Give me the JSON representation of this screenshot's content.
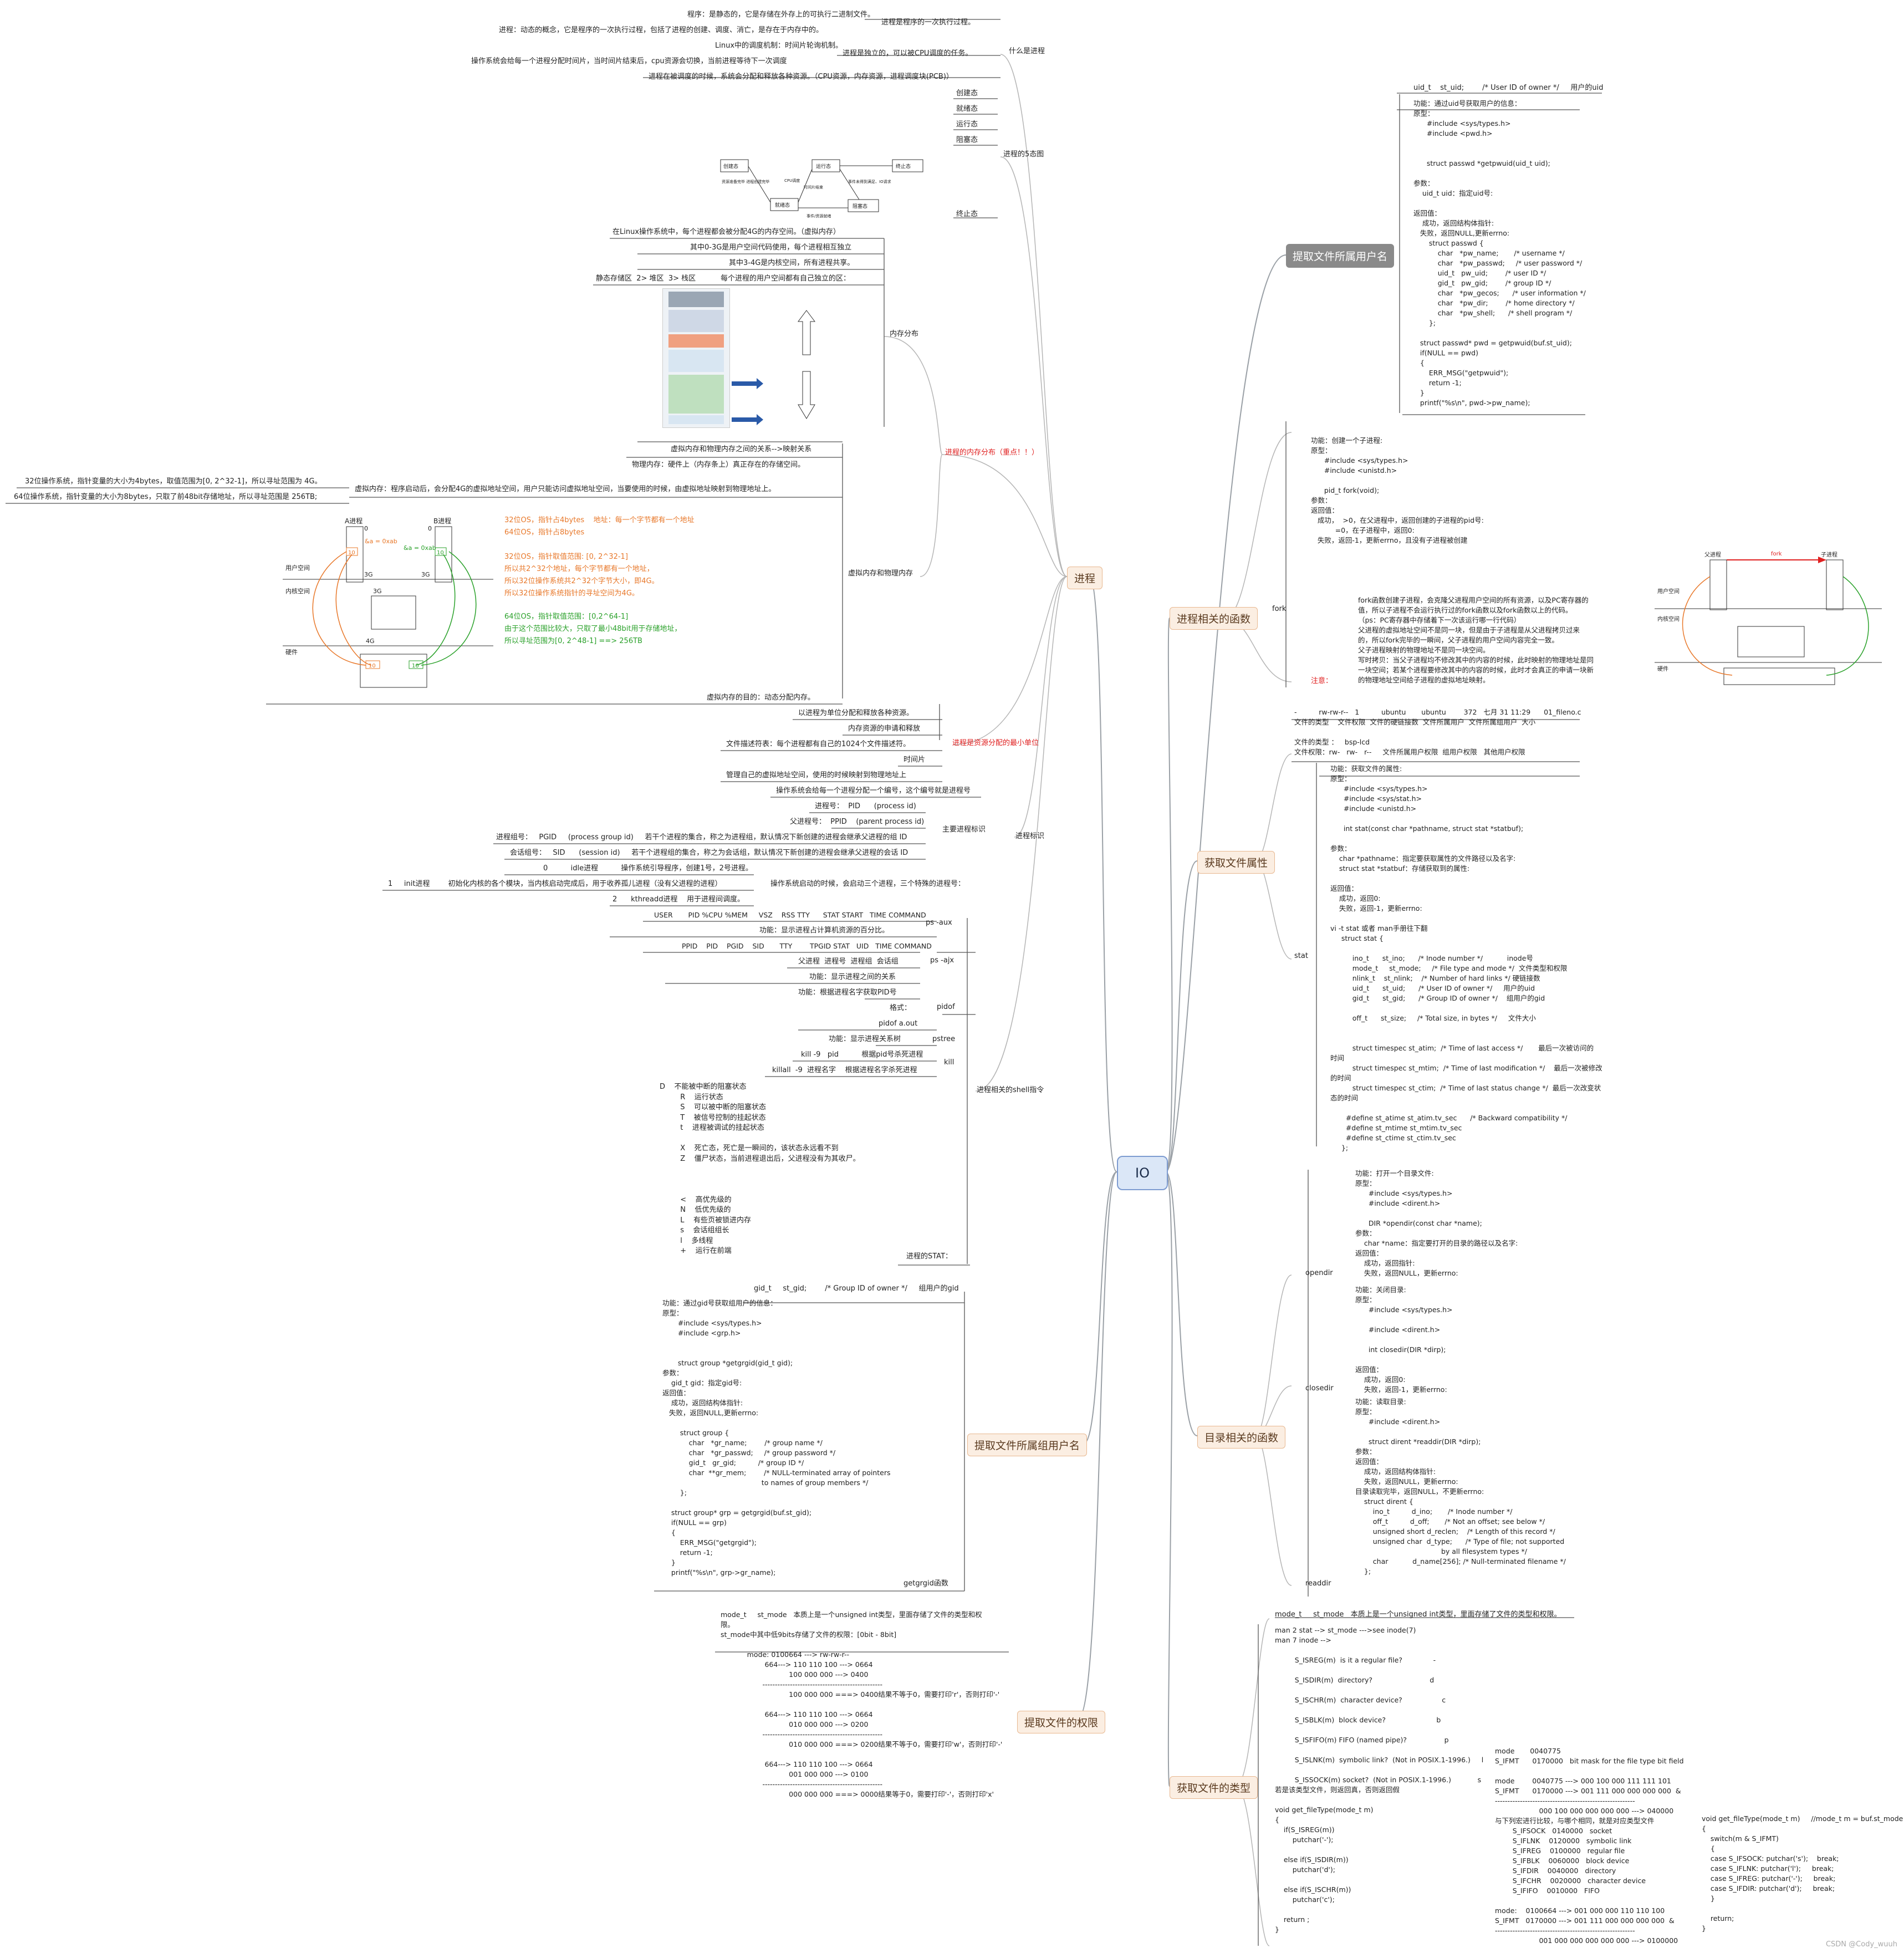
{
  "root": "IO",
  "branches": {
    "process": "进程",
    "process_funcs": "进程相关的函数",
    "file_attr": "获取文件属性",
    "dir_funcs": "目录相关的函数",
    "file_type": "获取文件的类型",
    "file_perm": "提取文件的权限",
    "group_name": "提取文件所属组用户名",
    "user_name": "提取文件所属用户名"
  },
  "process": {
    "what": {
      "label": "什么是进程",
      "line1": "程序：是静态的，它是存储在外存上的可执行二进制文件。",
      "line2": "进程：动态的概念，它是程序的一次执行过程，包括了进程的创建、调度、消亡，是存在于内存中的。",
      "line3": "进程是程序的一次执行过程。",
      "line4": "Linux中的调度机制：时间片轮询机制。",
      "line5": "操作系统会给每一个进程分配时间片，当时间片结束后，cpu资源会切换，当前进程等待下一次调度",
      "line6": "进程是独立的，可以被CPU调度的任务。",
      "line7": "进程在被调度的时候，系统会分配和释放各种资源。（CPU资源，内存资源，进程调度块(PCB)）"
    },
    "states": {
      "label": "进程的5态图",
      "s1": "创建态",
      "s2": "就绪态",
      "s3": "运行态",
      "s4": "阻塞态",
      "s5": "终止态",
      "fig_create": "创建态",
      "fig_ready": "就绪态",
      "fig_run": "运行态",
      "fig_term": "终止态",
      "fig_block": "阻塞态",
      "fig_e1": "资源准备完毕 进程创建完毕",
      "fig_e2": "CPU调度",
      "fig_e3": "时间片结束",
      "fig_e4": "事件/资源就绪",
      "fig_e5": "事件未得到满足、IO请求"
    },
    "memory": {
      "label": "进程的内存分布（重点！！）",
      "layout_label": "内存分布",
      "l1": "在Linux操作系统中，每个进程都会被分配4G的内存空间。（虚拟内存）",
      "l2": "其中0-3G是用户空间代码使用，每个进程相互独立",
      "l3": "其中3-4G是内核空间，所有进程共享。",
      "l4": "每个进程的用户空间都有自己独立的区：",
      "l5": "静态存储区  2> 堆区  3> 栈区",
      "vm_label": "虚拟内存和物理内存",
      "v1": "虚拟内存和物理内存之间的关系-->映射关系",
      "v2": "物理内存：硬件上（内存条上）真正存在的存储空间。",
      "v3": "虚拟内存：程序启动后，会分配4G的虚拟地址空间，用户只能访问虚拟地址空间，当要使用的时候，由虚拟地址映射到物理地址上。",
      "v4": "32位操作系统，指针变量的大小为4bytes，取值范围为[0, 2^32-1]，所以寻址范围为 4G。",
      "v5": "64位操作系统，指针变量的大小为8bytes，只取了前48bit存储地址，所以寻址范围是 256TB;",
      "v6": "虚拟内存的目的：动态分配内存。",
      "c1": "32位OS，指针占4bytes    地址：每一个字节都有一个地址",
      "c2": "64位OS，指针占8bytes",
      "c3": "32位OS，指针取值范围: [0, 2^32-1]",
      "c4": "所以共2^32个地址，每个字节都有一个地址，",
      "c5": "所以32位操作系统共2^32个字节大小，即4G。",
      "c6": "所以32位操作系统指针的寻址空间为4G。",
      "c7": "64位OS，指针取值范围：[0,2^64-1]",
      "c8": "由于这个范围比较大，只取了最小48bit用于存储地址，",
      "c9": "所以寻址范围为[0, 2^48-1] ==> 256TB",
      "fig_a": "A进程",
      "fig_b": "B进程",
      "fig_user": "用户空间",
      "fig_kernel": "内核空间",
      "fig_hw": "硬件",
      "fig_aa": "&a = 0xab",
      "fig_3g": "3G",
      "fig_4g": "4G",
      "fig_0": "0",
      "fig_10": "10"
    },
    "unit": {
      "label": "进程是资源分配的最小单位",
      "u1": "以进程为单位分配和释放各种资源。",
      "u2": "内存资源的申请和释放",
      "u3": "文件描述符表：每个进程都有自己的1024个文件描述符。",
      "u4": "时间片",
      "u5": "管理自己的虚拟地址空间，使用的时候映射到物理地址上"
    },
    "ids": {
      "label": "进程标识",
      "main_label": "主要进程标识",
      "i1": "操作系统会给每一个进程分配一个编号，这个编号就是进程号",
      "i2": "进程号：  PID      (process id)",
      "i3": "父进程号：  PPID    (parent process id)",
      "i4": "进程组号：   PGID     (process group id)     若干个进程的集合，称之为进程组，默认情况下新创建的进程会继承父进程的组 ID",
      "i5": "会话组号：   SID      (session id)     若干个进程组的集合，称之为会话组，默认情况下新创建的进程会继承父进程的会话 ID",
      "i6": "0          idle进程          操作系统引导程序，创建1号，2号进程。",
      "i7": "1     init进程        初始化内核的各个模块，当内核启动完成后，用于收养孤儿进程（没有父进程的进程）",
      "i8": "2      kthreadd进程    用于进程间调度。",
      "i9": "操作系统启动的时候，会启动三个进程，三个特殊的进程号："
    },
    "shell": {
      "label": "进程相关的shell指令",
      "ps_aux": "ps -aux",
      "ps_aux_cols": "USER       PID %CPU %MEM     VSZ    RSS TTY      STAT START   TIME COMMAND",
      "ps_aux_fn": "功能：显示进程占计算机资源的百分比。",
      "ps_ajx": "ps -ajx",
      "ps_ajx_cols": "PPID    PID    PGID    SID       TTY        TPGID STAT   UID   TIME COMMAND",
      "ps_ajx_fn1": "父进程  进程号  进程组  会话组",
      "ps_ajx_fn2": "功能：显示进程之间的关系",
      "pidof": "pidof",
      "pidof_fn": "功能：根据进程名字获取PID号",
      "pidof_fmt": "格式：",
      "pidof_ex": "pidof a.out",
      "pstree": "pstree",
      "pstree_fn": "功能：显示进程关系树",
      "kill": "kill",
      "kill1": "kill -9   pid          根据pid号杀死进程",
      "kill2": "killall  -9  进程名字    根据进程名字杀死进程",
      "stat_label": "进程的STAT：",
      "stat_text": "D    不能被中断的阻塞状态\n         R    运行状态\n         S    可以被中断的阻塞状态\n         T    被信号控制的挂起状态\n         t    进程被调试的挂起状态\n\n         X    死亡态，死亡是一瞬间的，该状态永远看不到\n         Z    僵尸状态，当前进程退出后，父进程没有为其收尸。\n\n\n\n         <    高优先级的\n         N    低优先级的\n         L    有些页被锁进内存\n         s    会话组组长\n         l    多线程\n         +    运行在前端"
    }
  },
  "group_name": {
    "gid_line": "gid_t     st_gid;        /* Group ID of owner */     组用户的gid",
    "body": "功能：通过gid号获取组用户的信息：\n原型：\n       #include <sys/types.h>\n       #include <grp.h>\n\n\n       struct group *getgrgid(gid_t gid);\n参数：\n    gid_t gid：指定gid号:\n返回值：\n    成功，返回结构体指针:\n   失败，返回NULL,更新errno:\n\n        struct group {\n            char   *gr_name;        /* group name */\n            char   *gr_passwd;     /* group password */\n            gid_t   gr_gid;          /* group ID */\n            char  **gr_mem;        /* NULL-terminated array of pointers\n                                             to names of group members */\n        };\n\n    struct group* grp = getgrgid(buf.st_gid);\n    if(NULL == grp)\n    {\n        ERR_MSG(\"getgrgid\");\n        return -1;\n    }\n    printf(\"%s\\n\", grp->gr_name);",
    "fn_name": "getgrgid函数"
  },
  "file_perm": {
    "body": "mode_t     st_mode   本质上是一个unsigned int类型，里面存储了文件的类型和权\n限。\nst_mode中其中低9bits存储了文件的权限：[0bit - 8bit]\n\n            mode: 0100664 ---> rw-rw-r--\n                    664---> 110 110 100 ---> 0664\n                               100 000 000 ---> 0400\n                   ------------------------------------------------\n                               100 000 000 ===> 0400结果不等于0，需要打印'r'，否则打印'-'\n\n                    664---> 110 110 100 ---> 0664\n                               010 000 000 ---> 0200\n                   ------------------------------------------------\n                               010 000 000 ===> 0200结果不等于0，需要打印'w'，否则打印'-'\n\n                    664---> 110 110 100 ---> 0664\n                               001 000 000 ---> 0100\n                   ------------------------------------------------\n                               000 000 000 ===> 0000结果等于0，需要打印'-'，否则打印'x'"
  },
  "user_name": {
    "uid_line": "uid_t    st_uid;        /* User ID of owner */     用户的uid",
    "body": "功能：通过uid号获取用户的信息：\n原型：\n      #include <sys/types.h>\n      #include <pwd.h>\n\n\n      struct passwd *getpwuid(uid_t uid);\n\n参数：\n    uid_t uid：指定uid号:\n\n返回值：\n    成功，返回结构体指针:\n   失败，返回NULL,更新errno:\n       struct passwd {\n           char   *pw_name;       /* username */\n           char   *pw_passwd;     /* user password */\n           uid_t   pw_uid;        /* user ID */\n           gid_t   pw_gid;        /* group ID */\n           char   *pw_gecos;      /* user information */\n           char   *pw_dir;        /* home directory */\n           char   *pw_shell;      /* shell program */\n       };\n\n   struct passwd* pwd = getpwuid(buf.st_uid);\n   if(NULL == pwd)\n   {\n       ERR_MSG(\"getpwuid\");\n       return -1;\n   }\n   printf(\"%s\\n\", pwd->pw_name);"
  },
  "process_funcs": {
    "fork": "fork",
    "body": "功能：创建一个子进程:\n原型：\n      #include <sys/types.h>\n      #include <unistd.h>\n\n      pid_t fork(void);\n参数：\n返回值：\n   成功，  >0，在父进程中，返回创建的子进程的pid号:\n           =0，在子进程中，返回0:\n   失败，返回-1，更新errno，且没有子进程被创建",
    "note_label": "注意：",
    "note": "fork函数创建子进程，会克隆父进程用户空间的所有资源，以及PC寄存器的\n值，所以子进程不会运行执行过的fork函数以及fork函数以上的代码。\n（ps：PC寄存器中存储着下一次该运行哪一行代码）\n父进程的虚拟地址空间不是同一块，但是由于子进程是从父进程拷贝过来\n的，所以fork完毕的一瞬间，父子进程的用户空间内容完全一致。\n父子进程映射的物理地址不是同一块空间。\n写时拷贝：当父子进程均不修改其中的内容的时候，此时映射的物理地址是同\n一块空间；若某个进程要修改其中的内容的时候，此时才会真正的申请一块新\n的物理地址空间给子进程的虚拟地址映射。",
    "fig_parent": "父进程",
    "fig_child": "子进程",
    "fig_user": "用户空间",
    "fig_kernel": "内核空间",
    "fig_hw": "硬件",
    "fig_fork": "fork"
  },
  "file_attr": {
    "ls": "-          rw-rw-r--   1          ubuntu       ubuntu        372   七月 31 11:29      01_fileno.c\n文件的类型    文件权限  文件的硬链接数  文件所属用户  文件所属组用户  大小",
    "type": "文件的类型 ：   bsp-lcd\n文件权限：rw-   rw-   r--     文件所属用户权限  组用户权限   其他用户权限",
    "stat": "stat",
    "body": "功能：获取文件的属性:\n原型：\n      #include <sys/types.h>\n      #include <sys/stat.h>\n      #include <unistd.h>\n\n      int stat(const char *pathname, struct stat *statbuf);\n\n参数：\n    char *pathname：指定要获取属性的文件路径以及名字:\n    struct stat *statbuf：存储获取到的属性:\n\n返回值：\n    成功，返回0:\n    失败，返回-1，更新errno:\n\nvi -t stat 或者 man手册往下翻\n     struct stat {\n\n          ino_t      st_ino;      /* Inode number */           inode号\n          mode_t     st_mode;     /* File type and mode */  文件类型和权限\n          nlink_t    st_nlink;    /* Number of hard links */ 硬链接数\n          uid_t      st_uid;      /* User ID of owner */     用户的uid\n          gid_t      st_gid;      /* Group ID of owner */    组用户的gid\n\n          off_t      st_size;     /* Total size, in bytes */     文件大小\n\n\n          struct timespec st_atim;  /* Time of last access */       最后一次被访问的\n时间\n          struct timespec st_mtim;  /* Time of last modification */    最后一次被修改\n的时间\n          struct timespec st_ctim;  /* Time of last status change */  最后一次改变状\n态的时间\n\n       #define st_atime st_atim.tv_sec      /* Backward compatibility */\n       #define st_mtime st_mtim.tv_sec\n       #define st_ctime st_ctim.tv_sec\n     };"
  },
  "dir_funcs": {
    "opendir": "opendir",
    "opendir_body": "功能：打开一个目录文件:\n原型：\n      #include <sys/types.h>\n      #include <dirent.h>\n\n      DIR *opendir(const char *name);\n参数：\n    char *name：指定要打开的目录的路径以及名字:\n返回值：\n    成功，返回指针:\n    失败，返回NULL，更新errno:",
    "closedir": "closedir",
    "closedir_body": "功能：关闭目录:\n原型：\n      #include <sys/types.h>\n\n      #include <dirent.h>\n\n      int closedir(DIR *dirp);\n\n返回值：\n    成功，返回0:\n    失败，返回-1，更新errno:",
    "readdir": "readdir",
    "readdir_body": "功能：读取目录:\n原型：\n      #include <dirent.h>\n\n      struct dirent *readdir(DIR *dirp);\n参数：\n返回值：\n    成功，返回结构体指针:\n    失败，返回NULL，更新errno:\n目录读取完毕，返回NULL，不更新errno:\n    struct dirent {\n        ino_t          d_ino;       /* Inode number */\n        off_t          d_off;       /* Not an offset; see below */\n        unsigned short d_reclen;    /* Length of this record */\n        unsigned char  d_type;      /* Type of file; not supported\n                                       by all filesystem types */\n        char           d_name[256]; /* Null-terminated filename */\n    };"
  },
  "file_type": {
    "head": "mode_t     st_mode   本质上是一个unsigned int类型，里面存储了文件的类型和权限。",
    "body": "man 2 stat --> st_mode --->see inode(7)\nman 7 inode -->\n\n         S_ISREG(m)  is it a regular file?              -\n\n         S_ISDIR(m)  directory?                          d\n\n         S_ISCHR(m)  character device?                  c\n\n         S_ISBLK(m)  block device?                       b\n\n         S_ISFIFO(m) FIFO (named pipe)?                 p\n\n         S_ISLNK(m)  symbolic link?  (Not in POSIX.1-1996.)     l\n\n         S_ISSOCK(m) socket?  (Not in POSIX.1-1996.)            s\n若是该类型文件，则返回真，否则返回假\n\nvoid get_fileType(mode_t m)\n{\n    if(S_ISREG(m))\n        putchar('-');\n\n    else if(S_ISDIR(m))\n        putchar('d');\n\n    else if(S_ISCHR(m))\n        putchar('c');\n\n    return ;\n}",
    "mask": "mode       0040775\nS_IFMT      0170000   bit mask for the file type bit field\n\nmode        0040775 ---> 000 100 000 111 111 101\nS_IFMT      0170000 ---> 001 111 000 000 000 000  &\n--------------------------------------------------------\n                    000 100 000 000 000 000 ---> 040000\n与下列宏进行比较，与哪个相同，就是对应类型文件\n        S_IFSOCK   0140000   socket\n        S_IFLNK    0120000   symbolic link\n        S_IFREG    0100000   regular file\n        S_IFBLK    0060000   block device\n        S_IFDIR    0040000   directory\n        S_IFCHR    0020000   character device\n        S_IFIFO    0010000   FIFO\n\nmode:    0100664 ---> 001 000 000 110 110 100\nS_IFMT   0170000 ---> 001 111 000 000 000 000  &\n--------------------------------------------------------\n                    001 000 000 000 000 000 ---> 0100000",
    "switch": "void get_fileType(mode_t m)     //mode_t m = buf.st_mode\n{\n    switch(m & S_IFMT)\n    {\n    case S_IFSOCK: putchar('s');    break;\n    case S_IFLNK: putchar('l');     break;\n    case S_IFREG: putchar('-');     break;\n    case S_IFDIR: putchar('d');     break;\n    }\n\n    return;\n}"
  },
  "footer": "CSDN @Cody_wuuh"
}
